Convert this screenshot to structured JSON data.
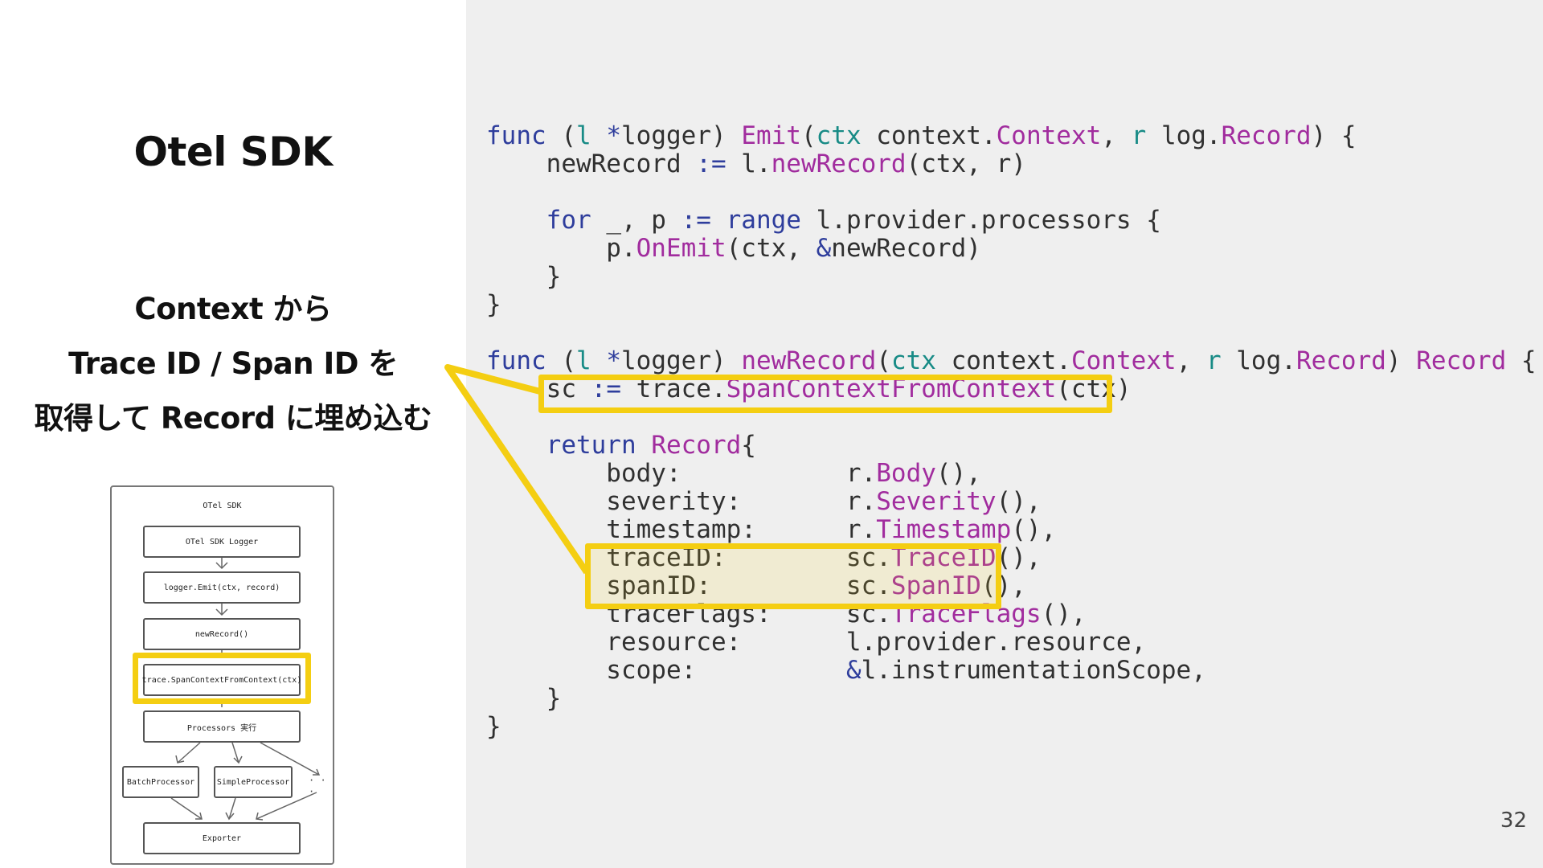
{
  "slide": {
    "title": "Otel SDK",
    "description": [
      "Context から",
      "Trace ID / Span ID を",
      "取得して Record に埋め込む"
    ],
    "page_number": "32"
  },
  "code": {
    "language": "go",
    "lines": [
      "func (l *logger) Emit(ctx context.Context, r log.Record) {",
      "    newRecord := l.newRecord(ctx, r)",
      "",
      "    for _, p := range l.provider.processors {",
      "        p.OnEmit(ctx, &newRecord)",
      "    }",
      "}",
      "",
      "func (l *logger) newRecord(ctx context.Context, r log.Record) Record {",
      "    sc := trace.SpanContextFromContext(ctx)",
      "",
      "    return Record{",
      "        body:           r.Body(),",
      "        severity:       r.Severity(),",
      "        timestamp:      r.Timestamp(),",
      "        traceID:        sc.TraceID(),",
      "        spanID:         sc.SpanID(),",
      "        traceFlags:     sc.TraceFlags(),",
      "        resource:       l.provider.resource,",
      "        scope:          &l.instrumentationScope,",
      "    }",
      "}"
    ],
    "highlights": [
      {
        "name": "span-context-call",
        "lines": [
          9
        ]
      },
      {
        "name": "trace-span-id-fields",
        "lines": [
          15,
          16
        ]
      }
    ]
  },
  "diagram": {
    "title": "OTel SDK",
    "boxes": [
      "OTel SDK Logger",
      "logger.Emit(ctx, record)",
      "newRecord()",
      "trace.SpanContextFromContext(ctx)",
      "Processors 実行",
      "BatchProcessor",
      "SimpleProcessor",
      "Exporter"
    ],
    "ellipsis": "· · ·",
    "highlighted_box": "trace.SpanContextFromContext(ctx)"
  },
  "colors": {
    "highlight": "#f4ce12",
    "keyword": "#2e3d9c",
    "function": "#a12c9e",
    "param": "#188b86",
    "panel_bg": "#efefef"
  }
}
